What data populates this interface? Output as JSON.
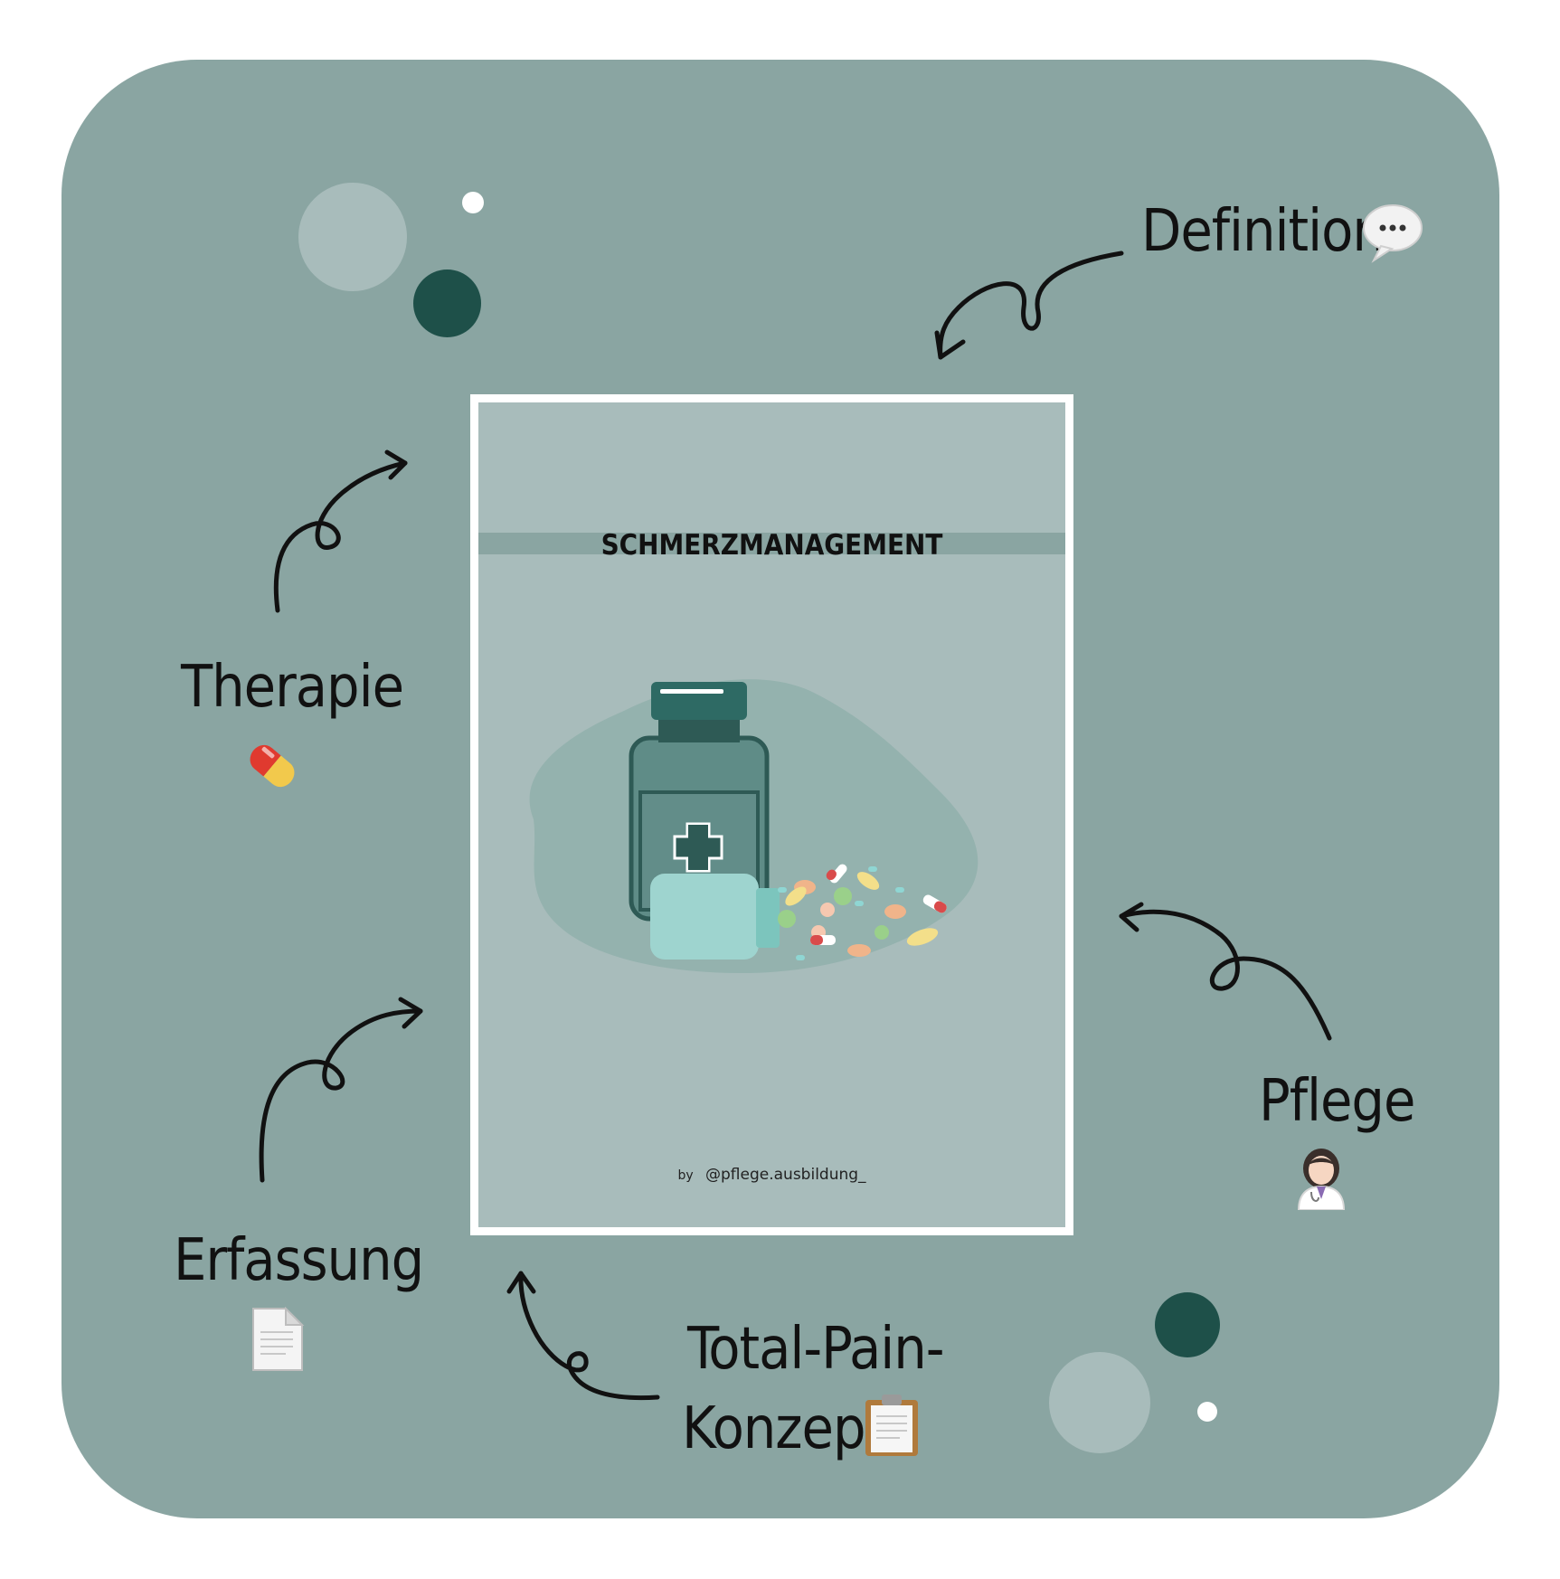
{
  "cover": {
    "title": "SCHMERZMANAGEMENT",
    "by": "by",
    "handle": "@pflege.ausbildung_"
  },
  "topics": [
    {
      "key": "definition",
      "label": "Definition",
      "icon": "speech-bubble-icon"
    },
    {
      "key": "therapie",
      "label": "Therapie",
      "icon": "pill-capsule-icon"
    },
    {
      "key": "erfassung",
      "label": "Erfassung",
      "icon": "document-icon"
    },
    {
      "key": "total_pain_line1",
      "label": "Total-Pain-",
      "icon": ""
    },
    {
      "key": "total_pain_line2",
      "label": "Konzept",
      "icon": "clipboard-icon"
    },
    {
      "key": "pflege",
      "label": "Pflege",
      "icon": "nurse-icon"
    }
  ],
  "colors": {
    "background": "#8aa5a2",
    "cover": "#a8bcbb",
    "dark_teal": "#1e5049",
    "light_circle": "#a8bcbb"
  }
}
